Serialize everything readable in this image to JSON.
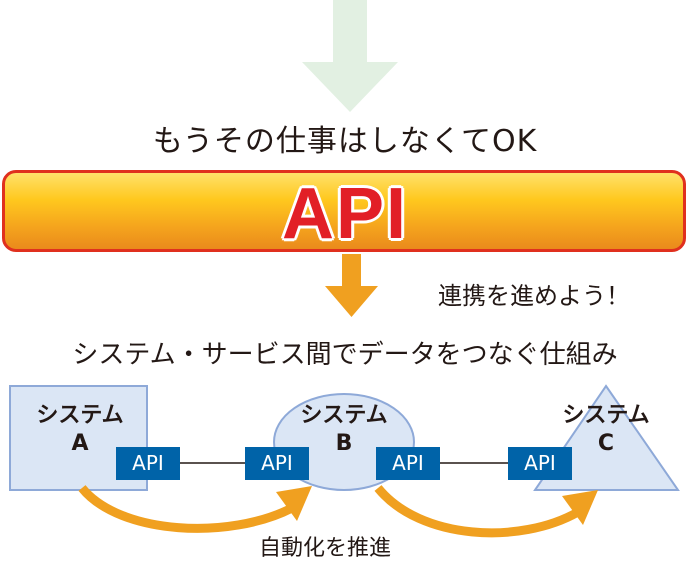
{
  "headline": "もうその仕事はしなくてOK",
  "banner_label": "API",
  "cheer": "連携を進めよう！",
  "subtitle": "システム・サービス間でデータをつなぐ仕組み",
  "systems": [
    {
      "name": "システム",
      "letter": "A"
    },
    {
      "name": "システム",
      "letter": "B"
    },
    {
      "name": "システム",
      "letter": "C"
    }
  ],
  "api_tags": [
    "API",
    "API",
    "API",
    "API"
  ],
  "automation_label": "自動化を推進",
  "colors": {
    "banner_border": "#e0301e",
    "banner_text": "#e21f26",
    "arrow_orange": "#f0a020",
    "arrow_light": "#e2f0e2",
    "api_blue": "#0063a8",
    "system_fill": "#dbe6f5",
    "system_stroke": "#8ea9d8"
  }
}
